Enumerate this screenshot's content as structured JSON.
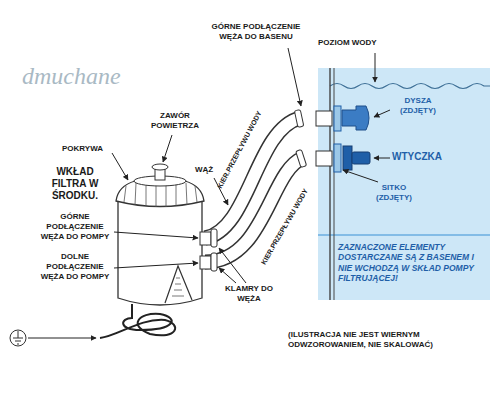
{
  "diagram": {
    "labels": [
      "GÓRNE PODŁĄCZENIE WĘŻA DO BASENU",
      "POZIOM WODY",
      "DYSZA (ZDJĘTY)",
      "ZAWÓR POWIETRZA",
      "POKRYWA",
      "WĄŻ",
      "KIER.PRZEPŁYWU WODY",
      "KIER.PRZEPŁYWU WODY",
      "WTYCZKA",
      "SITKO (ZDJĘTY)",
      "WKŁAD FILTRA W ŚRODKU.",
      "GÓRNE PODŁĄCZENIE WĘŻA DO POMPY",
      "DOLNE PODŁĄCZENIE WĘŻA DO POMPY",
      "KLAMRY DO WĘŻA",
      "ZAZNACZONE ELEMENTY DOSTARCZANE SĄ Z BASENEM I NIE WCHODZĄ W SKŁAD POMPY FILTRUJĄCEJ!",
      "(ILUSTRACJA NIE JEST WIERNYM ODWZOROWANIEM, NIE SKALOWAĆ)",
      "dmuchane"
    ]
  }
}
